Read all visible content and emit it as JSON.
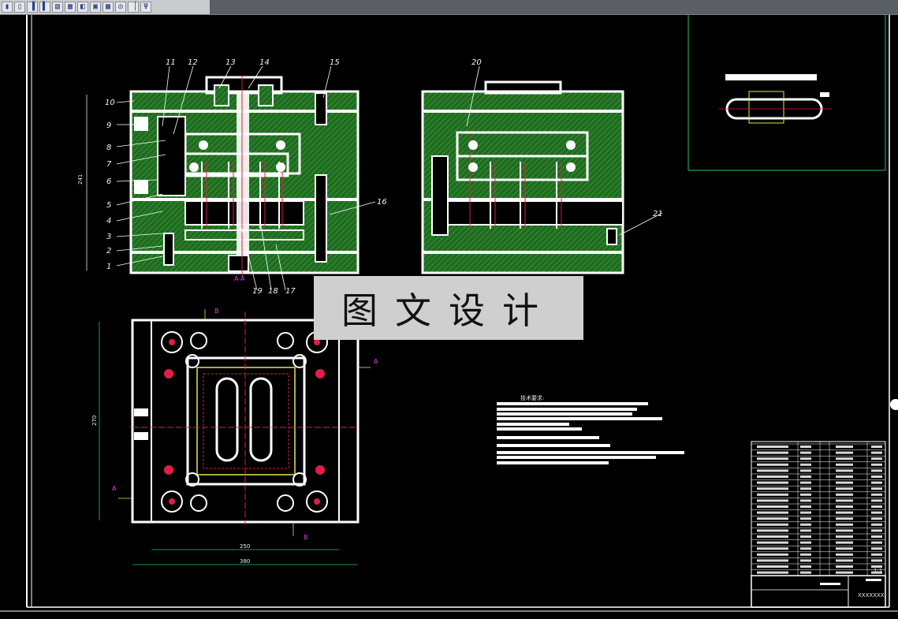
{
  "toolbar": {
    "buttons": [
      {
        "icon": "bar-icon",
        "glyph": "▮"
      },
      {
        "icon": "column-icon",
        "glyph": "▯"
      },
      {
        "icon": "column-left-icon",
        "glyph": "▐"
      },
      {
        "icon": "align-icon",
        "glyph": "▌"
      },
      {
        "icon": "hatch-icon",
        "glyph": "▧"
      },
      {
        "icon": "grid-icon",
        "glyph": "▦"
      },
      {
        "icon": "split-icon",
        "glyph": "◧"
      },
      {
        "icon": "frame-icon",
        "glyph": "▣"
      },
      {
        "icon": "pattern-icon",
        "glyph": "▩"
      },
      {
        "icon": "target-icon",
        "glyph": "◎"
      },
      {
        "icon": "pin-icon",
        "glyph": "▕"
      },
      {
        "icon": "fork-icon",
        "glyph": "Ψ"
      }
    ]
  },
  "drawing": {
    "part_numbers_left": [
      "1",
      "2",
      "3",
      "4",
      "5",
      "6",
      "7",
      "8",
      "9",
      "10"
    ],
    "part_numbers_top": [
      "11",
      "12",
      "13",
      "14",
      "15"
    ],
    "part_numbers_right": [
      "16",
      "17",
      "18",
      "19"
    ],
    "part_number_20": "20",
    "part_number_21": "21",
    "section_label": "A-A",
    "dims": {
      "height_left": "241",
      "width_inner": "250",
      "width_outer": "380",
      "height_plan": "270"
    },
    "section_marks": {
      "a": "A",
      "b": "B"
    },
    "tech_requirements_title": "技术要求:",
    "watermark": "图文设计",
    "colors": {
      "hatch": "#1f6b1f",
      "outline": "#ffffff",
      "frame": "#22c55e",
      "centerline": "#e11d48",
      "dim": "#e5e5e5",
      "section": "#d946ef",
      "yellow": "#e6e64a"
    }
  },
  "title_block": {
    "drawing_no": "XXXXXXX",
    "scale": "1:1"
  }
}
